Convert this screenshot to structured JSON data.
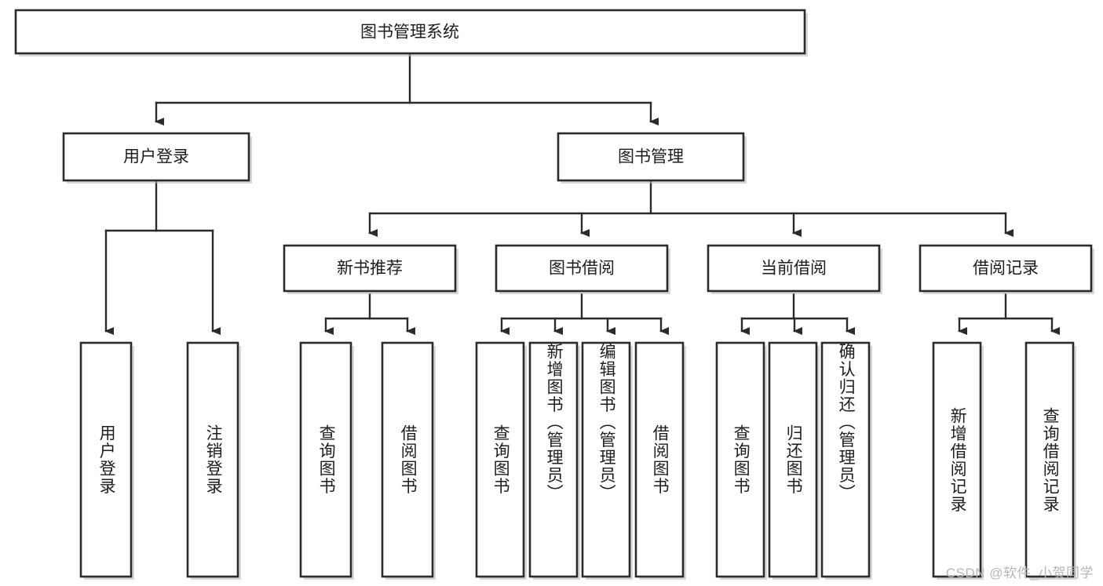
{
  "diagram": {
    "type": "tree",
    "title": "图书管理系统",
    "orientation": "top-down",
    "watermark": "CSDN @软件_小贺同学",
    "colors": {
      "box_fill": "#ffffff",
      "box_stroke": "#2b2b2b",
      "text": "#1d1d1d",
      "background": "#ffffff",
      "watermark": "#b6b6b6"
    },
    "levels": {
      "root": {
        "label": "图书管理系统"
      },
      "level2": [
        {
          "id": "user-login",
          "label": "用户登录"
        },
        {
          "id": "book-manage",
          "label": "图书管理"
        }
      ],
      "level3": [
        {
          "id": "new-book-rec",
          "label": "新书推荐",
          "parent": "book-manage"
        },
        {
          "id": "book-borrow",
          "label": "图书借阅",
          "parent": "book-manage"
        },
        {
          "id": "current-borrow",
          "label": "当前借阅",
          "parent": "book-manage"
        },
        {
          "id": "borrow-record",
          "label": "借阅记录",
          "parent": "book-manage"
        }
      ],
      "leaves": [
        {
          "id": "leaf-user-login",
          "label": "用户登录",
          "parent": "user-login"
        },
        {
          "id": "leaf-logout",
          "label": "注销登录",
          "parent": "user-login"
        },
        {
          "id": "leaf-query-book-1",
          "label": "查询图书",
          "parent": "new-book-rec"
        },
        {
          "id": "leaf-borrow-book-1",
          "label": "借阅图书",
          "parent": "new-book-rec"
        },
        {
          "id": "leaf-query-book-2",
          "label": "查询图书",
          "parent": "book-borrow"
        },
        {
          "id": "leaf-add-book",
          "label": "新增图书（管理员）",
          "parent": "book-borrow"
        },
        {
          "id": "leaf-edit-book",
          "label": "编辑图书（管理员）",
          "parent": "book-borrow"
        },
        {
          "id": "leaf-borrow-book-2",
          "label": "借阅图书",
          "parent": "book-borrow"
        },
        {
          "id": "leaf-query-book-3",
          "label": "查询图书",
          "parent": "current-borrow"
        },
        {
          "id": "leaf-return-book",
          "label": "归还图书",
          "parent": "current-borrow"
        },
        {
          "id": "leaf-confirm-return",
          "label": "确认归还（管理员）",
          "parent": "current-borrow"
        },
        {
          "id": "leaf-add-record",
          "label": "新增借阅记录",
          "parent": "borrow-record"
        },
        {
          "id": "leaf-query-record",
          "label": "查询借阅记录",
          "parent": "borrow-record"
        }
      ]
    }
  }
}
